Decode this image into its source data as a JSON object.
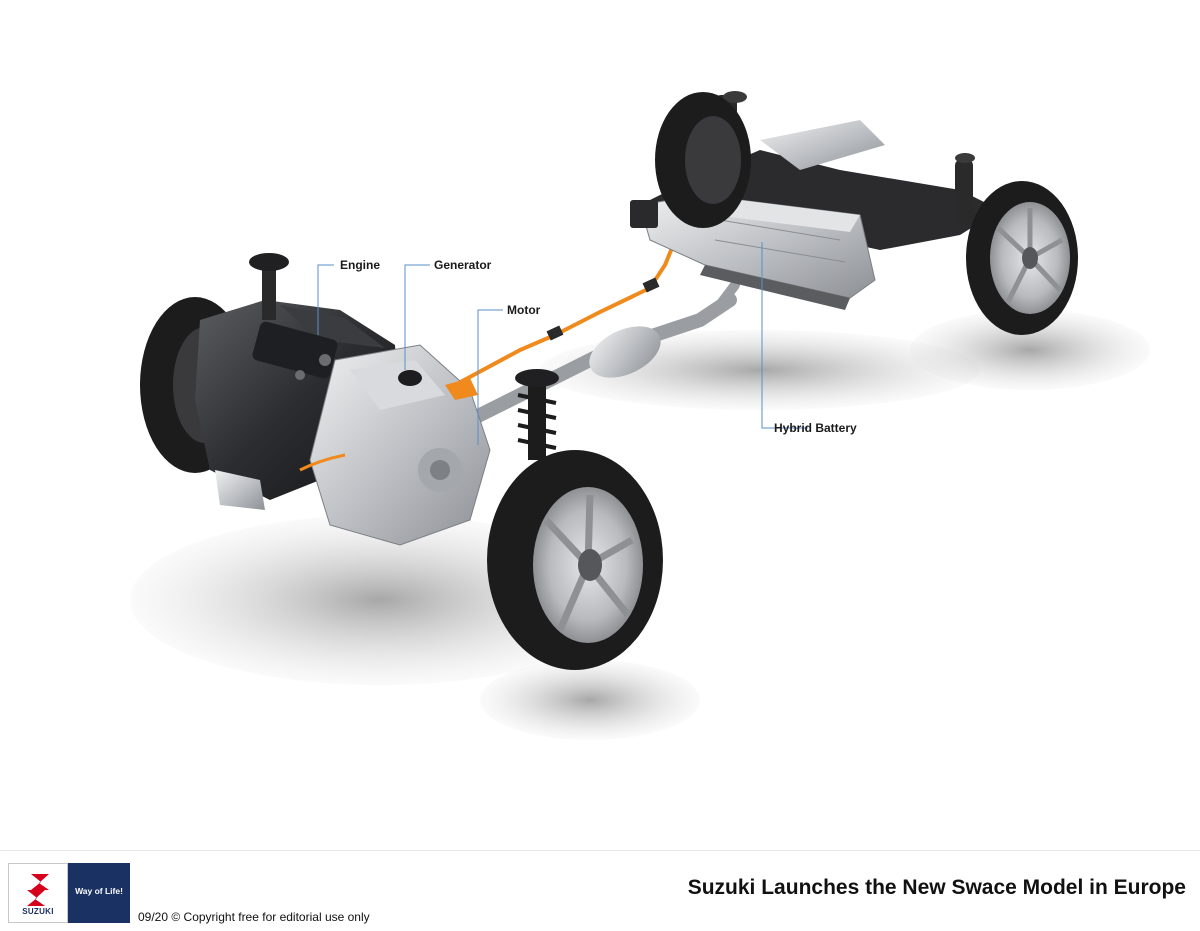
{
  "diagram": {
    "labels": {
      "engine": "Engine",
      "generator": "Generator",
      "motor": "Motor",
      "hybrid_battery": "Hybrid Battery"
    },
    "colors": {
      "leader_line": "#5a8fc8",
      "hv_cable": "#f08a1c",
      "tire": "#1c1c1c",
      "rim": "#c9cbce",
      "aluminium": "#b9bcc0",
      "frame": "#2a2a2a"
    }
  },
  "footer": {
    "brand": "SUZUKI",
    "slogan": "Way of Life!",
    "title": "Suzuki Launches the New Swace Model in Europe",
    "copyright": "09/20 © Copyright free for editorial use only",
    "colors": {
      "brand_blue": "#1a3164",
      "brand_red": "#d6001c"
    }
  }
}
